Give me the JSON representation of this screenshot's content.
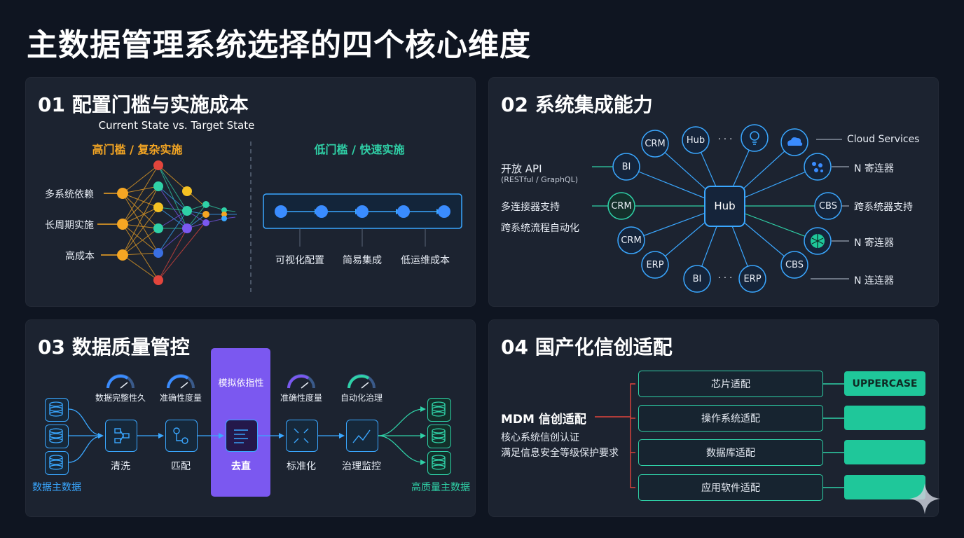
{
  "title": "主数据管理系统选择的四个核心维度",
  "colors": {
    "accent_blue": "#3aa7ff",
    "accent_green": "#2fd1a7",
    "accent_orange": "#f5a623",
    "accent_purple": "#7b58f0",
    "accent_red": "#e2453c"
  },
  "panel1": {
    "title": "01 配置门槛与实施成本",
    "subtitle": "Current State vs. Target State",
    "left_heading": "高门槛 / 复杂实施",
    "right_heading": "低门槛 / 快速实施",
    "left_labels": [
      "多系统依赖",
      "长周期实施",
      "高成本"
    ],
    "right_labels": [
      "可视化配置",
      "简易集成",
      "低运维成本"
    ]
  },
  "panel2": {
    "title": "02 系统集成能力",
    "hub": "Hub",
    "nodes": [
      "CRM",
      "Hub",
      "BI",
      "CRM",
      "CRM",
      "ERP",
      "BI",
      "ERP",
      "CBS",
      "CBS"
    ],
    "ellipsis": "· · ·",
    "left_labels": [
      "开放 API",
      "(RESTful / GraphQL)",
      "多连接器支持",
      "跨系统流程自动化"
    ],
    "right_labels": [
      "Cloud Services",
      "N 寄连器",
      "跨系统器支持",
      "N 寄连器",
      "N 连连器"
    ],
    "icons": [
      "lightbulb-icon",
      "cloud-icon",
      "gear-cluster-icon",
      "globe-icon"
    ]
  },
  "panel3": {
    "title": "03 数据质量管控",
    "source_label": "数据主数据",
    "target_label": "高质量主数据",
    "steps": [
      "清洗",
      "匹配",
      "去直",
      "标准化",
      "治理监控"
    ],
    "highlight_label": "模拟依指性",
    "gauges": [
      "数据完整性久",
      "准确性度量",
      "准确性度量",
      "自动化治理"
    ],
    "icons": [
      "database-icon",
      "flow-icon",
      "match-icon",
      "list-icon",
      "expand-icon",
      "chart-icon"
    ]
  },
  "panel4": {
    "title": "04 国产化信创适配",
    "main_label": "MDM 信创适配",
    "desc_lines": [
      "核心系统信创认证",
      "满足信息安全等级保护要求"
    ],
    "items": [
      "芯片适配",
      "操作系统适配",
      "数据库适配",
      "应用软件适配"
    ],
    "badges": [
      "UPPERCASE",
      "",
      "",
      ""
    ]
  }
}
